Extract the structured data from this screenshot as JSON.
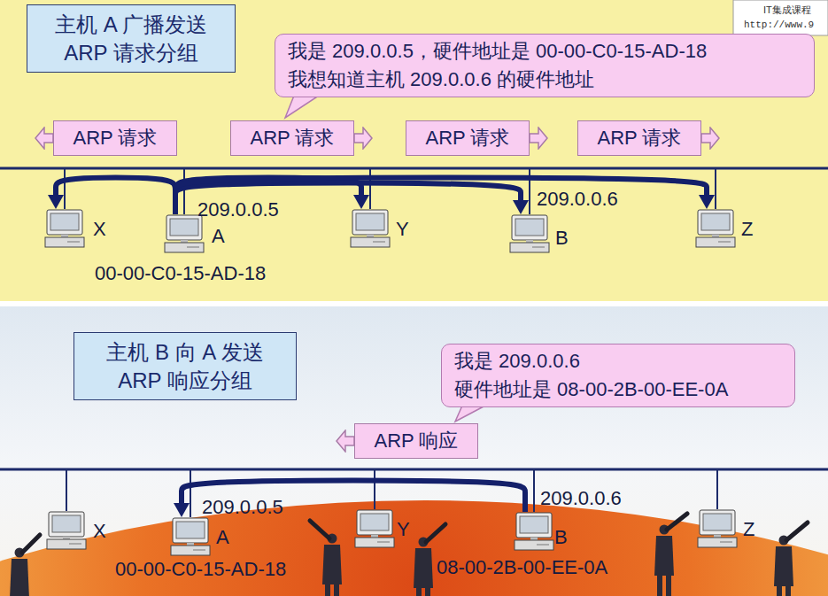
{
  "diagram": {
    "nodes": [
      {
        "text": [
          "主机 A 广播发送 ARP 请求分组"
        ]
      },
      {
        "text": [
          "我是 209.0.0.5，硬件地址是 00-00-C0-15-AD-18",
          "我想知道主机 209.0.0.6 的硬件地址"
        ]
      },
      {
        "text": [
          "ARP 请求"
        ]
      },
      {
        "text": [
          "ARP 请求"
        ]
      },
      {
        "text": [
          "ARP 请求"
        ]
      },
      {
        "text": [
          "ARP 请求"
        ]
      },
      {
        "text": [
          "X"
        ]
      },
      {
        "text": [
          "209.0.0.5",
          "A",
          "00-00-C0-15-AD-18"
        ]
      },
      {
        "text": [
          "Y"
        ]
      },
      {
        "text": [
          "209.0.0.6",
          "B"
        ]
      },
      {
        "text": [
          "Z"
        ]
      },
      {
        "text": [
          "主机 B 向 A 发送 ARP 响应分组"
        ]
      },
      {
        "text": [
          "我是 209.0.0.6",
          "硬件地址是 08-00-2B-00-EE-0A"
        ]
      },
      {
        "text": [
          "ARP 响应"
        ]
      },
      {
        "text": [
          "X"
        ]
      },
      {
        "text": [
          "209.0.0.5",
          "A",
          "00-00-C0-15-AD-18"
        ]
      },
      {
        "text": [
          "Y"
        ]
      },
      {
        "text": [
          "209.0.0.6",
          "B",
          "08-00-2B-00-EE-0A"
        ]
      },
      {
        "text": [
          "Z"
        ]
      }
    ],
    "edges": [
      {
        "from": 7,
        "to": 6,
        "arrow": "to"
      },
      {
        "from": 7,
        "to": 8,
        "arrow": "to"
      },
      {
        "from": 7,
        "to": 9,
        "arrow": "to"
      },
      {
        "from": 7,
        "to": 10,
        "arrow": "to"
      },
      {
        "from": 17,
        "to": 15,
        "arrow": "to"
      }
    ],
    "labels": [
      "IT集成课程",
      "http://www.9"
    ]
  }
}
